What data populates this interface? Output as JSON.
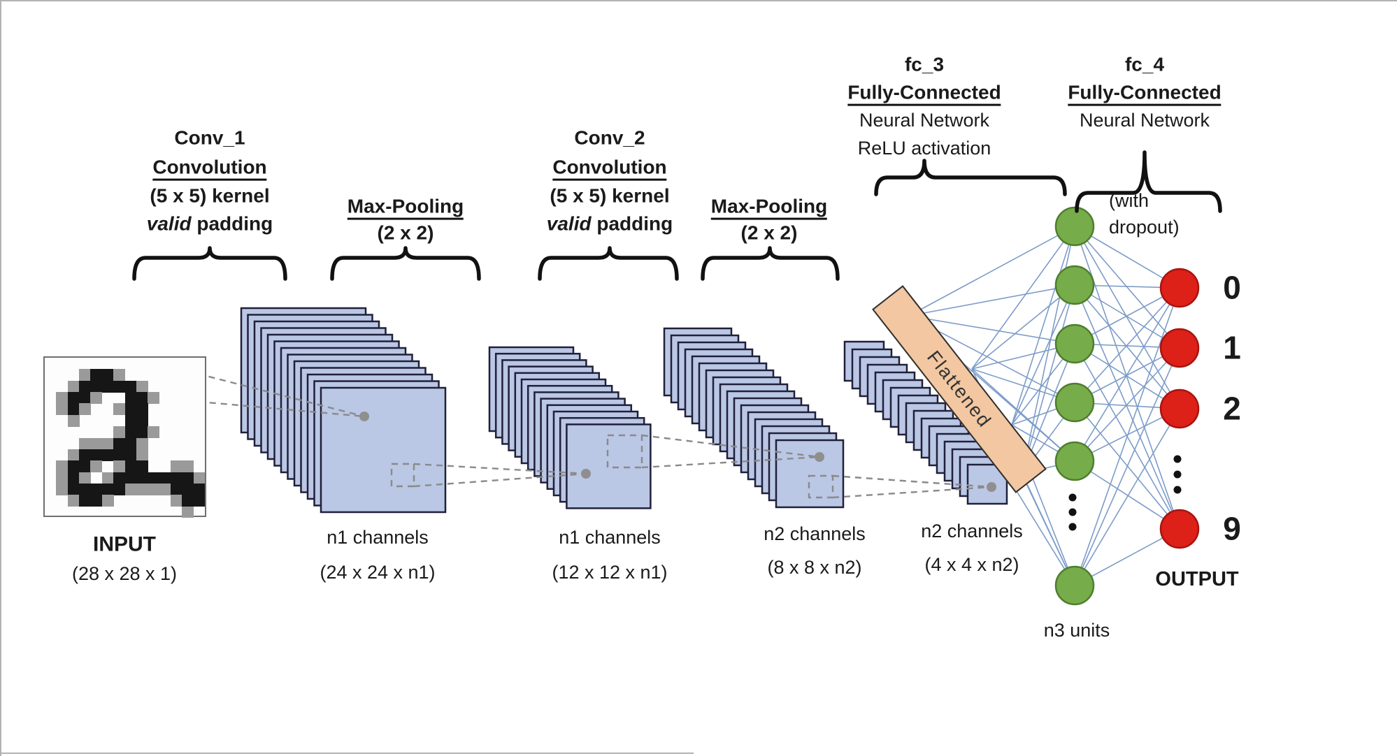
{
  "diagram": {
    "conv1": {
      "name": "Conv_1",
      "op": "Convolution",
      "kernel": "(5 x 5) kernel",
      "padding_em": "valid",
      "padding": " padding"
    },
    "pool1": {
      "name": "Max-Pooling",
      "size": "(2 x 2)"
    },
    "conv2": {
      "name": "Conv_2",
      "op": "Convolution",
      "kernel": "(5 x 5) kernel",
      "padding_em": "valid",
      "padding": " padding"
    },
    "pool2": {
      "name": "Max-Pooling",
      "size": "(2 x 2)"
    },
    "fc3": {
      "name": "fc_3",
      "type": "Fully-Connected",
      "nn": "Neural Network",
      "act": "ReLU activation"
    },
    "fc4": {
      "name": "fc_4",
      "type": "Fully-Connected",
      "nn": "Neural Network",
      "dropout": "(with dropout)"
    },
    "flattened": "Flattened",
    "captions": {
      "input_title": "INPUT",
      "input_dims": "(28 x 28 x 1)",
      "s1_title": "n1 channels",
      "s1_dims": "(24 x 24 x n1)",
      "s2_title": "n1 channels",
      "s2_dims": "(12 x 12 x n1)",
      "s3_title": "n2 channels",
      "s3_dims": "(8 x 8 x n2)",
      "s4_title": "n2 channels",
      "s4_dims": "(4 x 4 x n2)",
      "n3": "n3 units",
      "output": "OUTPUT"
    },
    "output_digits": [
      "0",
      "1",
      "2",
      "9"
    ],
    "colors": {
      "neuron_green": "#76ad4a",
      "neuron_green_border": "#4e7e2e",
      "neuron_red": "#dd2018",
      "neuron_red_border": "#a81410",
      "layer_fill": "#bac7e5",
      "layer_border": "#20203a",
      "bar_fill": "#f2c7a1",
      "bar_border": "#2f2f2f",
      "link_blue": "#7d9cc9",
      "dashed_gray": "#8a8a8a",
      "brace": "#111111"
    },
    "input_digit_bitmap": [
      "00000000000000",
      "00012210000000",
      "00122222100000",
      "01221002210000",
      "01210012200000",
      "00100002200000",
      "00000012210000",
      "00011122100000",
      "00122222100000",
      "01221012200110",
      "01210122222221",
      "01222221111222",
      "00122100000122",
      "00000000000010"
    ]
  }
}
